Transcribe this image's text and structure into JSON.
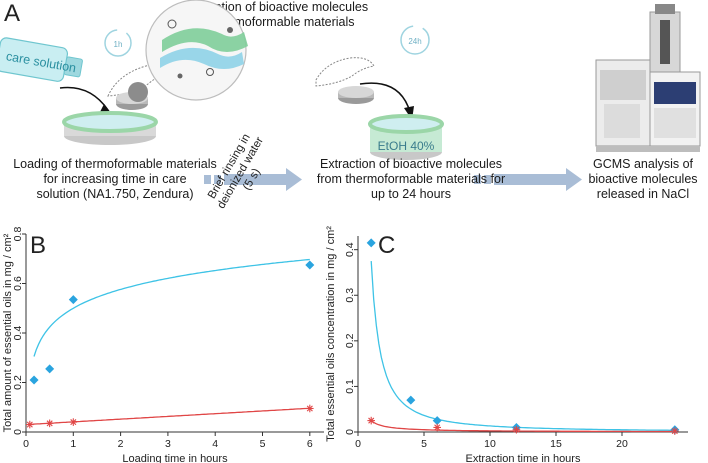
{
  "panel_a": {
    "letter": "A",
    "absorption_title": "Absorption of bioactive molecules\non thermoformable materials",
    "bottle_label": "care solution",
    "timer_1h": "1h",
    "timer_24h": "24h",
    "beaker_label": "EtOH 40%",
    "rinse_label": "Brief rinsing in\ndeionized water\n(5 s)",
    "step1_caption": "Loading of thermoformable materials\nfor increasing time in care\nsolution (NA1.750, Zendura)",
    "step2_caption": "Extraction of bioactive molecules\nfrom thermoformable materials for\nup to 24 hours",
    "step3_caption": "GCMS analysis of\nbioactive molecules\nreleased in NaCl"
  },
  "panel_b": {
    "letter": "B"
  },
  "panel_c": {
    "letter": "C"
  },
  "colors": {
    "blue": "#2aa4df",
    "fit_blue": "#3ec3e6",
    "red": "#e04646",
    "arrow": "#a9bdd6"
  },
  "chart_data": [
    {
      "type": "scatter",
      "panel": "B",
      "xlabel": "Loading time in hours",
      "ylabel": "Total amount of essential oils in mg / cm²",
      "xlim": [
        0,
        6.3
      ],
      "ylim": [
        0,
        0.8
      ],
      "xticks": [
        0,
        1,
        2,
        3,
        4,
        5,
        6
      ],
      "yticks": [
        0,
        0.2,
        0.4,
        0.6,
        0.8
      ],
      "xtick_labels": [
        "0",
        "1",
        "2",
        "3",
        "4",
        "5",
        "6"
      ],
      "ytick_labels": [
        "0",
        "0.2",
        "0.4",
        "0.6",
        "0.8"
      ],
      "grid": false,
      "series": [
        {
          "marker": "diamond",
          "color": "#2aa4df",
          "x": [
            0.17,
            0.5,
            1,
            6
          ],
          "y": [
            0.21,
            0.255,
            0.535,
            0.675
          ]
        },
        {
          "marker": "star",
          "color": "#e04646",
          "x": [
            0.08,
            0.5,
            1,
            6
          ],
          "y": [
            0.03,
            0.035,
            0.04,
            0.095
          ]
        }
      ],
      "fits": [
        {
          "color": "#3ec3e6",
          "form": "a + b*ln(x)",
          "a": 0.5,
          "b": 0.11,
          "xrange": [
            0.17,
            6
          ]
        },
        {
          "color": "#e04646",
          "form": "a + b*x",
          "a": 0.03,
          "b": 0.011,
          "xrange": [
            0.05,
            6
          ]
        }
      ]
    },
    {
      "type": "scatter",
      "panel": "C",
      "xlabel": "Extraction time in hours",
      "ylabel": "Total essential oils concentration in mg / cm²",
      "xlim": [
        0,
        25
      ],
      "ylim": [
        0,
        0.43
      ],
      "xticks": [
        0,
        5,
        10,
        15,
        20
      ],
      "yticks": [
        0,
        0.1,
        0.2,
        0.3,
        0.4
      ],
      "xtick_labels": [
        "0",
        "5",
        "10",
        "15",
        "20"
      ],
      "ytick_labels": [
        "0",
        "0.1",
        "0.2",
        "0.3",
        "0.4"
      ],
      "grid": false,
      "series": [
        {
          "marker": "diamond",
          "color": "#2aa4df",
          "x": [
            1,
            4,
            6,
            12,
            24
          ],
          "y": [
            0.415,
            0.07,
            0.025,
            0.01,
            0.005
          ]
        },
        {
          "marker": "star",
          "color": "#e04646",
          "x": [
            1,
            6,
            12,
            24
          ],
          "y": [
            0.025,
            0.01,
            0.005,
            0.002
          ]
        }
      ],
      "fits": [
        {
          "color": "#3ec3e6",
          "form": "a / x^p",
          "a": 0.375,
          "p": 1.45,
          "xrange": [
            1,
            24
          ]
        },
        {
          "color": "#e04646",
          "form": "a / x^p",
          "a": 0.025,
          "p": 1.0,
          "xrange": [
            1,
            24
          ]
        }
      ]
    }
  ]
}
